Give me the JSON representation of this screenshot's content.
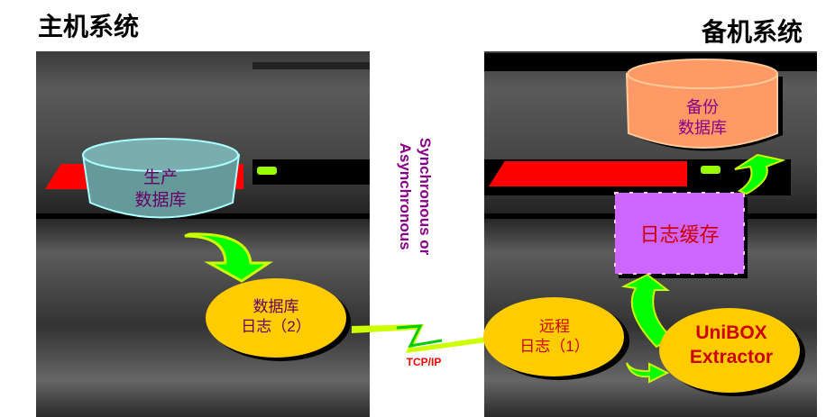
{
  "titles": {
    "primary": "主机系统",
    "standby": "备机系统"
  },
  "primary": {
    "db": [
      "生产",
      "数据库"
    ],
    "log": [
      "数据库",
      "日志（2）"
    ]
  },
  "link": {
    "mode": [
      "Synchronous or",
      "Asynchronous"
    ],
    "protocol": "TCP/IP"
  },
  "standby": {
    "remote_log": [
      "远程",
      "日志（1）"
    ],
    "extractor": [
      "UniBOX",
      "Extractor"
    ],
    "log_cache": "日志缓存",
    "backup_db": [
      "备份",
      "数据库"
    ]
  },
  "colors": {
    "arrow": "#00ff00",
    "ellipse": "#ffcc00",
    "cache": "#cc66ff",
    "backup": "#ff9966",
    "primary_db": "#669999"
  }
}
